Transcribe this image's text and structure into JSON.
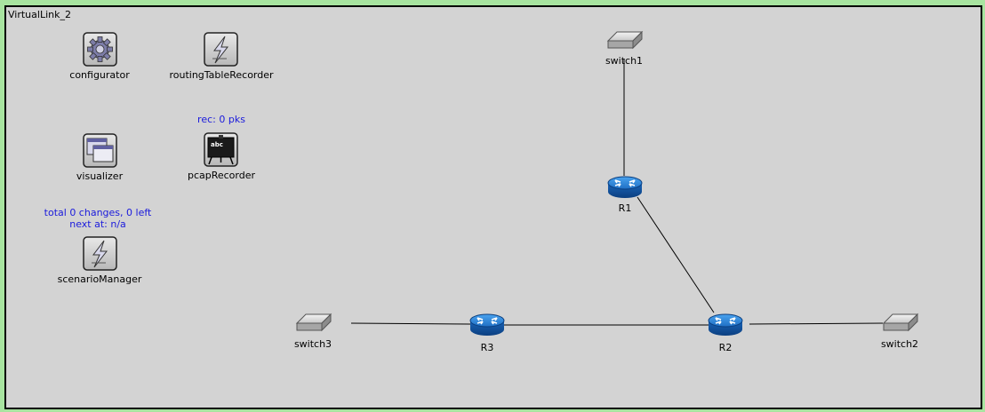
{
  "network": {
    "title": "VirtualLink_2"
  },
  "modules": {
    "configurator": {
      "label": "configurator",
      "icon": "gear-icon"
    },
    "routingTableRecorder": {
      "label": "routingTableRecorder",
      "icon": "lightning-icon"
    },
    "visualizer": {
      "label": "visualizer",
      "icon": "windows-icon"
    },
    "pcapRecorder": {
      "label": "pcapRecorder",
      "status": "rec: 0 pks",
      "icon": "abc-board-icon"
    },
    "scenarioManager": {
      "label": "scenarioManager",
      "status_line1": "total 0 changes, 0 left",
      "status_line2": "next at: n/a",
      "icon": "lightning-icon"
    }
  },
  "nodes": {
    "switch1": {
      "label": "switch1",
      "icon": "switch-icon"
    },
    "switch2": {
      "label": "switch2",
      "icon": "switch-icon"
    },
    "switch3": {
      "label": "switch3",
      "icon": "switch-icon"
    },
    "R1": {
      "label": "R1",
      "icon": "router-icon"
    },
    "R2": {
      "label": "R2",
      "icon": "router-icon"
    },
    "R3": {
      "label": "R3",
      "icon": "router-icon"
    }
  },
  "links": [
    {
      "from": "switch1",
      "to": "R1"
    },
    {
      "from": "R1",
      "to": "R2"
    },
    {
      "from": "switch3",
      "to": "R3"
    },
    {
      "from": "R3",
      "to": "R2"
    },
    {
      "from": "R2",
      "to": "switch2"
    }
  ],
  "colors": {
    "background": "#d3d3d3",
    "border": "#a8e4a0",
    "status_text": "#1a1adc",
    "router": "#1f6fc4"
  }
}
